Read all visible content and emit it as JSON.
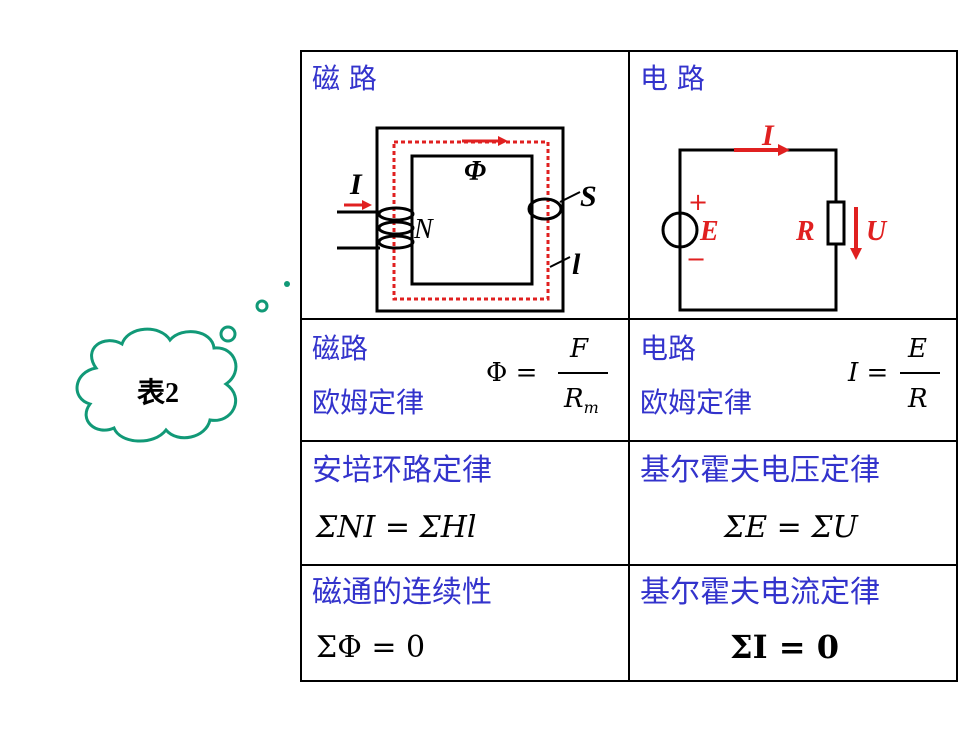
{
  "cloud": {
    "label": "表2"
  },
  "magnetic": {
    "header": "磁 路",
    "labels": {
      "current": "I",
      "flux": "Φ",
      "turns": "N",
      "area": "S",
      "length": "l"
    },
    "ohm_title_1": "磁路",
    "ohm_title_2": "欧姆定律",
    "ohm_lhs": "Φ =",
    "ohm_num": "F",
    "ohm_den": "R",
    "ohm_sub": "m",
    "ampere_title": "安培环路定律",
    "ampere_formula": "ΣNI = ΣHl",
    "continuity_title": "磁通的连续性",
    "continuity_formula": "ΣΦ = 0"
  },
  "electric": {
    "header": "电 路",
    "labels": {
      "current": "I",
      "emf": "E",
      "resistor": "R",
      "voltage": "U",
      "plus": "+",
      "minus": "−"
    },
    "ohm_title_1": "电路",
    "ohm_title_2": "欧姆定律",
    "ohm_lhs": "I =",
    "ohm_num": "E",
    "ohm_den": "R",
    "kvl_title": "基尔霍夫电压定律",
    "kvl_formula": "ΣE = ΣU",
    "kcl_title": "基尔霍夫电流定律",
    "kcl_formula": "ΣI = 0"
  }
}
